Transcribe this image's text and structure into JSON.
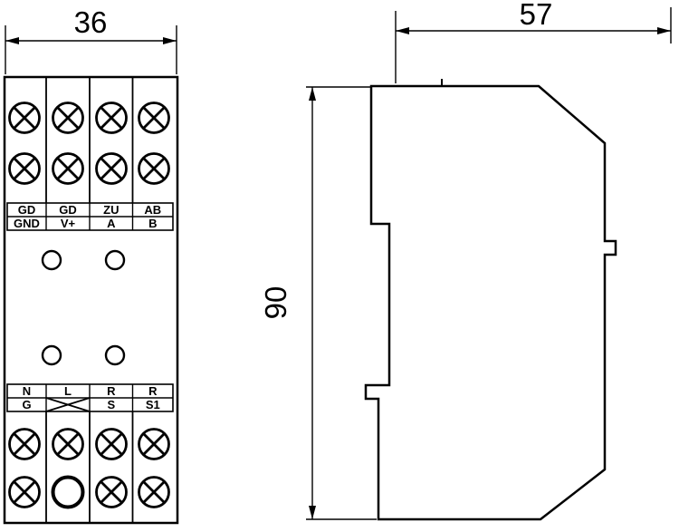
{
  "dimensions": {
    "width": "36",
    "depth": "57",
    "height": "90"
  },
  "front_view": {
    "top_labels_row1": [
      "GD",
      "GD",
      "ZU",
      "AB"
    ],
    "top_labels_row2": [
      "GND",
      "V+",
      "A",
      "B"
    ],
    "bottom_labels_row1": [
      "N",
      "L",
      "R",
      "R"
    ],
    "bottom_labels_row2": [
      "G",
      "",
      "S",
      "S1"
    ]
  },
  "icons": {
    "screw_terminal": "circle-with-x-screw-icon",
    "open_hole": "plain-circle-hole-icon",
    "indicator_hole": "small-circle-icon",
    "no_connection": "crossed-lines-icon"
  },
  "colors": {
    "line": "#000000",
    "background": "#ffffff"
  }
}
